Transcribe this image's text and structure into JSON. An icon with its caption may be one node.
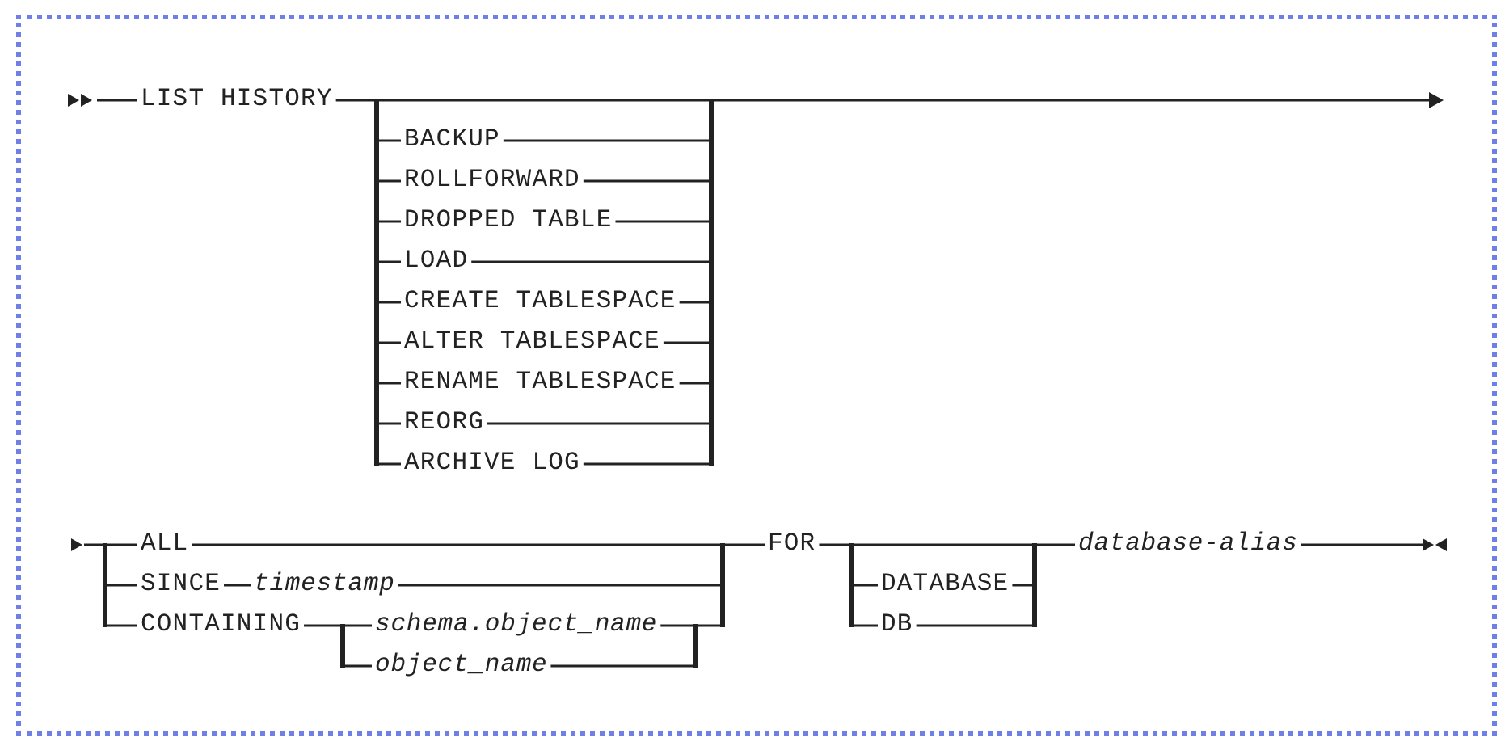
{
  "diagram": {
    "labels": [
      "LIST HISTORY",
      "BACKUP",
      "ROLLFORWARD",
      "DROPPED TABLE",
      "LOAD",
      "CREATE TABLESPACE",
      "ALTER TABLESPACE",
      "RENAME TABLESPACE",
      "REORG",
      "ARCHIVE LOG",
      "ALL",
      "SINCE",
      "timestamp",
      "CONTAINING",
      "schema.object_name",
      "object_name",
      "FOR",
      "DATABASE",
      "DB",
      "database-alias"
    ]
  }
}
